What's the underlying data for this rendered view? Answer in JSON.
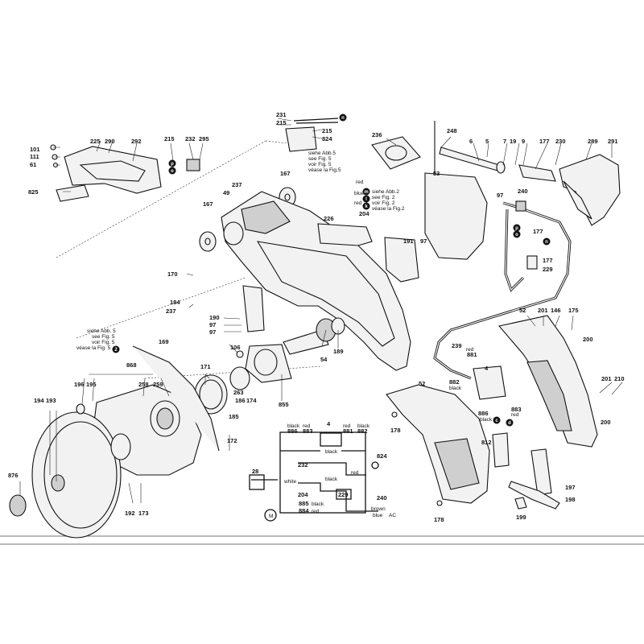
{
  "callouts": [
    {
      "t": "231"
    },
    {
      "t": "215"
    },
    {
      "t": "215"
    },
    {
      "t": "824"
    },
    {
      "t": "siehe Abb.5"
    },
    {
      "t": "see Fig. 5"
    },
    {
      "t": "voir Fig. 5"
    },
    {
      "t": "véase la Fig.5"
    },
    {
      "t": "236"
    },
    {
      "t": "248"
    },
    {
      "t": "6"
    },
    {
      "t": "5"
    },
    {
      "t": "7"
    },
    {
      "t": "19"
    },
    {
      "t": "9"
    },
    {
      "t": "177"
    },
    {
      "t": "230"
    },
    {
      "t": "289"
    },
    {
      "t": "291"
    },
    {
      "t": "101"
    },
    {
      "t": "111"
    },
    {
      "t": "61"
    },
    {
      "t": "225"
    },
    {
      "t": "290"
    },
    {
      "t": "292"
    },
    {
      "t": "215"
    },
    {
      "t": "232"
    },
    {
      "t": "295"
    },
    {
      "t": "825"
    },
    {
      "t": "237"
    },
    {
      "t": "49"
    },
    {
      "t": "167"
    },
    {
      "t": "167"
    },
    {
      "t": "red"
    },
    {
      "t": "blue"
    },
    {
      "t": "red"
    },
    {
      "t": "siehe Abb.2"
    },
    {
      "t": "see Fig. 2"
    },
    {
      "t": "voir Fig. 2"
    },
    {
      "t": "véase la Fig.2"
    },
    {
      "t": "204"
    },
    {
      "t": "226"
    },
    {
      "t": "53"
    },
    {
      "t": "97"
    },
    {
      "t": "240"
    },
    {
      "t": "177"
    },
    {
      "t": "177"
    },
    {
      "t": "229"
    },
    {
      "t": "191"
    },
    {
      "t": "97"
    },
    {
      "t": "170"
    },
    {
      "t": "184"
    },
    {
      "t": "237"
    },
    {
      "t": "190"
    },
    {
      "t": "97"
    },
    {
      "t": "97"
    },
    {
      "t": "106"
    },
    {
      "t": "54"
    },
    {
      "t": "189"
    },
    {
      "t": "siehe Abb. 5"
    },
    {
      "t": "see Fig. 5"
    },
    {
      "t": "voir Fig. 5"
    },
    {
      "t": "véase la Fig. 5"
    },
    {
      "t": "169"
    },
    {
      "t": "868"
    },
    {
      "t": "196"
    },
    {
      "t": "195"
    },
    {
      "t": "258"
    },
    {
      "t": "259"
    },
    {
      "t": "171"
    },
    {
      "t": "263"
    },
    {
      "t": "186"
    },
    {
      "t": "174"
    },
    {
      "t": "185"
    },
    {
      "t": "855"
    },
    {
      "t": "194"
    },
    {
      "t": "193"
    },
    {
      "t": "172"
    },
    {
      "t": "876"
    },
    {
      "t": "192"
    },
    {
      "t": "173"
    },
    {
      "t": "239"
    },
    {
      "t": "red"
    },
    {
      "t": "881"
    },
    {
      "t": "4"
    },
    {
      "t": "882"
    },
    {
      "t": "black"
    },
    {
      "t": "886"
    },
    {
      "t": "black"
    },
    {
      "t": "883"
    },
    {
      "t": "red"
    },
    {
      "t": "52"
    },
    {
      "t": "201"
    },
    {
      "t": "146"
    },
    {
      "t": "175"
    },
    {
      "t": "200"
    },
    {
      "t": "52"
    },
    {
      "t": "178"
    },
    {
      "t": "178"
    },
    {
      "t": "201"
    },
    {
      "t": "210"
    },
    {
      "t": "200"
    },
    {
      "t": "812"
    },
    {
      "t": "197"
    },
    {
      "t": "198"
    },
    {
      "t": "199"
    },
    {
      "t": "black"
    },
    {
      "t": "886"
    },
    {
      "t": "red"
    },
    {
      "t": "883"
    },
    {
      "t": "4"
    },
    {
      "t": "red"
    },
    {
      "t": "881"
    },
    {
      "t": "black"
    },
    {
      "t": "882"
    },
    {
      "t": "232"
    },
    {
      "t": "824"
    },
    {
      "t": "28"
    },
    {
      "t": "white"
    },
    {
      "t": "204"
    },
    {
      "t": "229"
    },
    {
      "t": "240"
    },
    {
      "t": "885"
    },
    {
      "t": "black"
    },
    {
      "t": "884"
    },
    {
      "t": "red"
    },
    {
      "t": "M"
    },
    {
      "t": "brown"
    },
    {
      "t": "blue"
    },
    {
      "t": "AC"
    },
    {
      "t": "black"
    },
    {
      "t": "black"
    },
    {
      "t": "red"
    }
  ],
  "circle_markers": [
    {
      "t": "n"
    },
    {
      "t": "p"
    },
    {
      "t": "o"
    },
    {
      "t": "m"
    },
    {
      "t": "l"
    },
    {
      "t": "k"
    },
    {
      "t": "p"
    },
    {
      "t": "o"
    },
    {
      "t": "n"
    },
    {
      "t": "c"
    },
    {
      "t": "d"
    },
    {
      "t": "2"
    }
  ]
}
